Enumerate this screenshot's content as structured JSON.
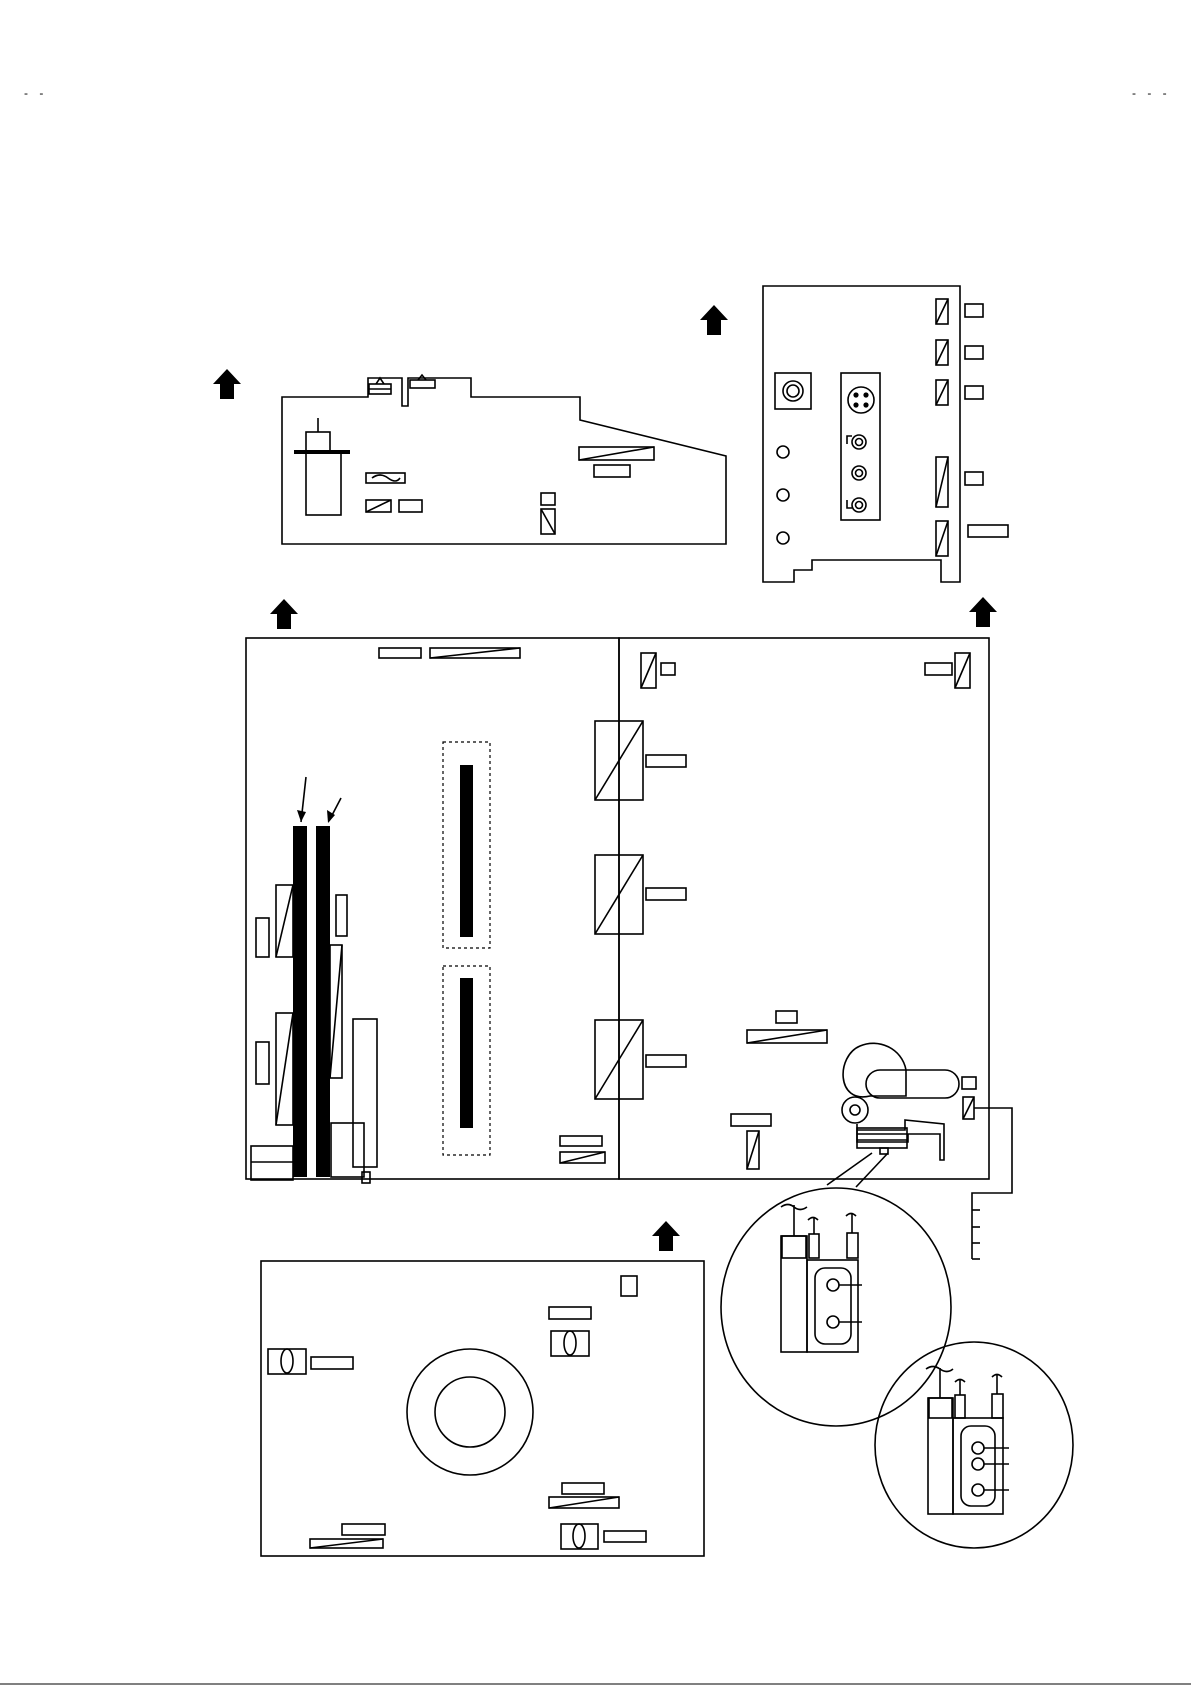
{
  "page": {
    "corner_mark_left": "- -",
    "corner_mark_right": "- - -"
  },
  "diagram": {
    "type": "pcb-board-layout",
    "line_color": "#000000",
    "fill_color": "#ffffff",
    "boards": [
      {
        "id": "upper-left-board"
      },
      {
        "id": "upper-right-terminal-board"
      },
      {
        "id": "main-board-left-section"
      },
      {
        "id": "main-board-right-section"
      },
      {
        "id": "power-board"
      }
    ],
    "detail_views": [
      {
        "id": "connector-detail-2pin"
      },
      {
        "id": "connector-detail-3pin"
      }
    ],
    "icons": [
      "up-arrow-icon"
    ]
  }
}
